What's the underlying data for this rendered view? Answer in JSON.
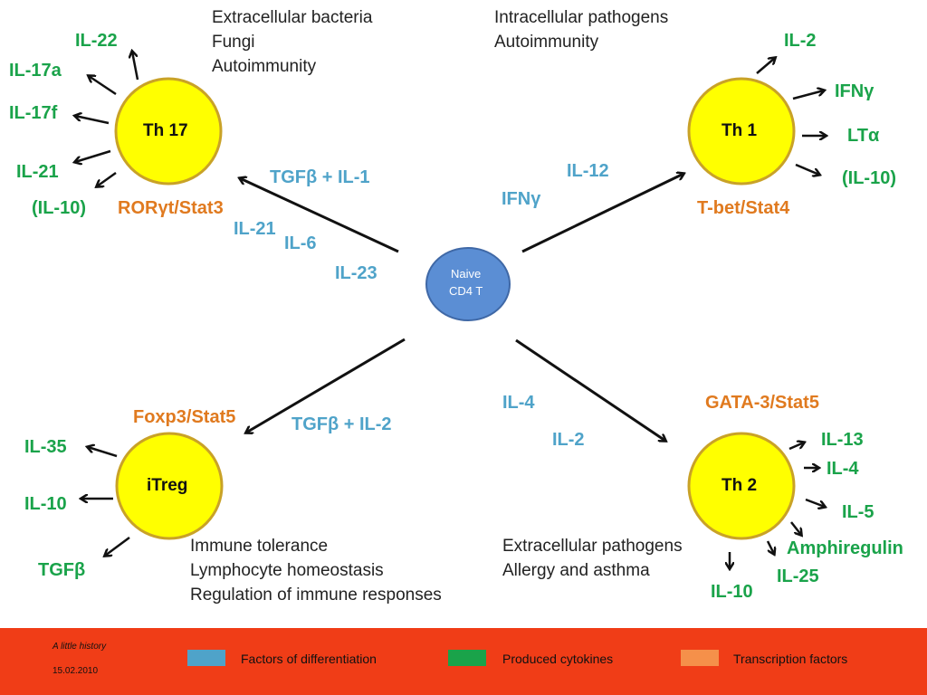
{
  "colors": {
    "cell_fill": "#ffff00",
    "naive_fill": "#5b8ed4",
    "differentiation": "#4fa3c9",
    "cytokines": "#1aa34a",
    "transcription": "#e07a1f",
    "footer_bg": "#f03d17"
  },
  "naive": {
    "line1": "Naive",
    "line2": "CD4 T"
  },
  "th17": {
    "label": "Th 17",
    "cytokines": [
      "IL-22",
      "IL-17a",
      "IL-17f",
      "IL-21",
      "(IL-10)"
    ],
    "tf": "RORγt/Stat3",
    "roles": [
      "Extracellular bacteria",
      "Fungi",
      "Autoimmunity"
    ],
    "factors": [
      "TGFβ + IL-1",
      "IL-21",
      "IL-6",
      "IL-23"
    ]
  },
  "th1": {
    "label": "Th 1",
    "cytokines": [
      "IL-2",
      "IFNγ",
      "LTα",
      "(IL-10)"
    ],
    "tf": "T-bet/Stat4",
    "roles": [
      "Intracellular pathogens",
      "Autoimmunity"
    ],
    "factors": [
      "IL-12",
      "IFNγ"
    ]
  },
  "itreg": {
    "label": "iTreg",
    "cytokines": [
      "IL-35",
      "IL-10",
      "TGFβ"
    ],
    "tf": "Foxp3/Stat5",
    "roles": [
      "Immune tolerance",
      "Lymphocyte homeostasis",
      "Regulation of immune responses"
    ],
    "factors": [
      "TGFβ  + IL-2"
    ]
  },
  "th2": {
    "label": "Th 2",
    "cytokines": [
      "IL-13",
      "IL-4",
      "IL-5",
      "Amphiregulin",
      "IL-25",
      "IL-10"
    ],
    "tf": "GATA-3/Stat5",
    "roles": [
      "Extracellular pathogens",
      "Allergy and asthma"
    ],
    "factors": [
      "IL-4",
      "IL-2"
    ]
  },
  "footer": {
    "title": "A little history",
    "date": "15.02.2010",
    "legend": [
      "Factors of differentiation",
      "Produced cytokines",
      "Transcription factors"
    ]
  }
}
